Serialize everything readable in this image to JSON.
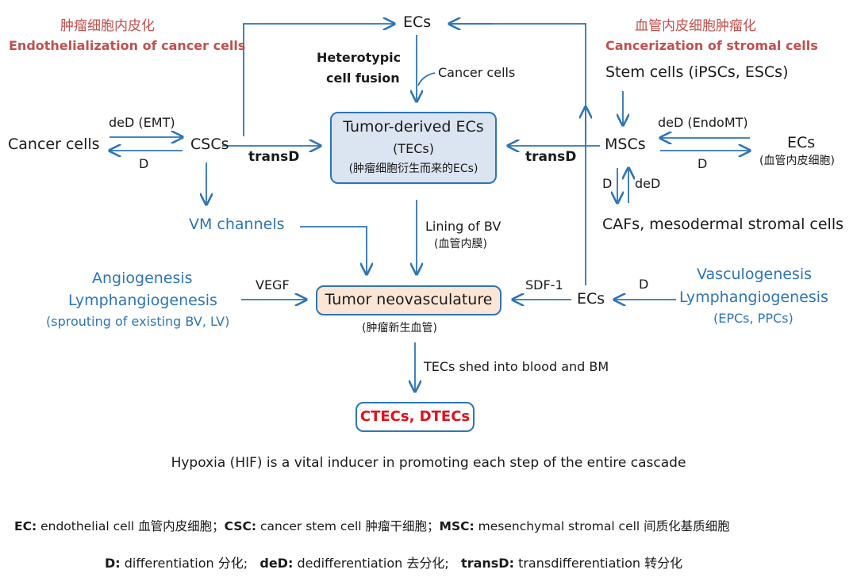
{
  "top_left": {
    "title_cn": "肿瘤细胞内皮化",
    "title_en": "Endothelialization of cancer cells"
  },
  "top_right": {
    "title_cn": "血管内皮细胞肿瘤化",
    "title_en": "Cancerization of stromal cells"
  },
  "nodes": {
    "ecs_top": "ECs",
    "cancer_cells_left": "Cancer cells",
    "cscs": "CSCs",
    "tec_title": "Tumor-derived ECs",
    "tec_abbr": "(TECs)",
    "tec_cn": "(肿瘤细胞衍生而来的ECs)",
    "stem_cells": "Stem cells (iPSCs, ESCs)",
    "mscs": "MSCs",
    "ecs_right": "ECs",
    "ecs_right_cn": "(血管内皮细胞)",
    "cafs": "CAFs, mesodermal stromal cells",
    "vm_channels": "VM channels",
    "angiogenesis": "Angiogenesis",
    "lymphangiogenesis_left": "Lymphangiogenesis",
    "sprouting": "(sprouting of existing BV, LV)",
    "neovasculature": "Tumor neovasculature",
    "neovasculature_cn": "(肿瘤新生血管)",
    "ecs_mid": "ECs",
    "vasculogenesis": "Vasculogenesis",
    "lymphangiogenesis_right": "Lymphangiogenesis",
    "epcs": "(EPCs, PPCs)",
    "ctecs": "CTECs, DTECs"
  },
  "edge_labels": {
    "heterotypic_1": "Heterotypic",
    "heterotypic_2": "cell fusion",
    "cancer_cells_in": "Cancer cells",
    "ded_emt": "deD (EMT)",
    "d_left": "D",
    "transd_left": "transD",
    "transd_right": "transD",
    "ded_endomt": "deD (EndoMT)",
    "d_right": "D",
    "d_down": "D",
    "ded_up": "deD",
    "lining_bv": "Lining of BV",
    "lining_bv_cn": "(血管内膜)",
    "vegf": "VEGF",
    "sdf1": "SDF-1",
    "d_vasculo": "D",
    "tecs_shed": "TECs shed into blood and BM"
  },
  "footer": {
    "hypoxia": "Hypoxia (HIF) is a vital inducer in promoting each step of the entire cascade",
    "ec_term": "EC:",
    "ec_def": " endothelial cell  血管内皮细胞；",
    "csc_term": "CSC:",
    "csc_def": " cancer stem cell  肿瘤干细胞；",
    "msc_term": "MSC:",
    "msc_def": " mesenchymal stromal cell  间质化基质细胞",
    "d_term": "D:",
    "d_def": " differentiation 分化;",
    "ded_term": "deD:",
    "ded_def": " dedifferentiation 去分化;",
    "transd_term": "transD:",
    "transd_def": " transdifferentiation 转分化"
  },
  "colors": {
    "red_title": "#c0504d",
    "blue_text": "#2e75b6",
    "arrow": "#2e75b6",
    "tec_fill": "#dbe5f1",
    "neo_fill": "#fbe6d6",
    "ctec_text": "#e0101a"
  }
}
